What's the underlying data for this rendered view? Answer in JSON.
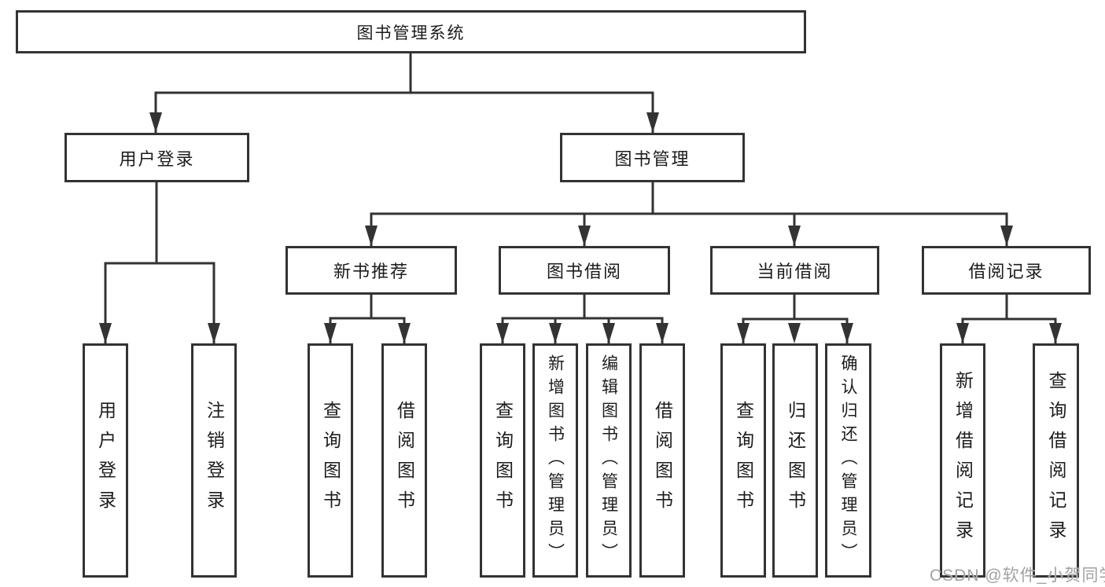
{
  "diagram_title": "图书管理系统",
  "colors": {
    "line": "#333333",
    "box_border": "#333333",
    "box_fill": "#ffffff",
    "text": "#1c1c1c",
    "watermark": "#a2a2a2",
    "background": "#ffffff"
  },
  "tree": {
    "root": {
      "label": "图书管理系统"
    },
    "branches": [
      {
        "label": "用户登录",
        "children": [
          {
            "label": "用户登录"
          },
          {
            "label": "注销登录"
          }
        ]
      },
      {
        "label": "图书管理",
        "children": [
          {
            "label": "新书推荐",
            "children": [
              {
                "label": "查询图书"
              },
              {
                "label": "借阅图书"
              }
            ]
          },
          {
            "label": "图书借阅",
            "children": [
              {
                "label": "查询图书"
              },
              {
                "label": "新增图书（管理员）"
              },
              {
                "label": "编辑图书（管理员）"
              },
              {
                "label": "借阅图书"
              }
            ]
          },
          {
            "label": "当前借阅",
            "children": [
              {
                "label": "查询图书"
              },
              {
                "label": "归还图书"
              },
              {
                "label": "确认归还（管理员）"
              }
            ]
          },
          {
            "label": "借阅记录",
            "children": [
              {
                "label": "新增借阅记录"
              },
              {
                "label": "查询借阅记录"
              }
            ]
          }
        ]
      }
    ]
  },
  "watermark": {
    "text": "CSDN @软件_小贺同学"
  }
}
